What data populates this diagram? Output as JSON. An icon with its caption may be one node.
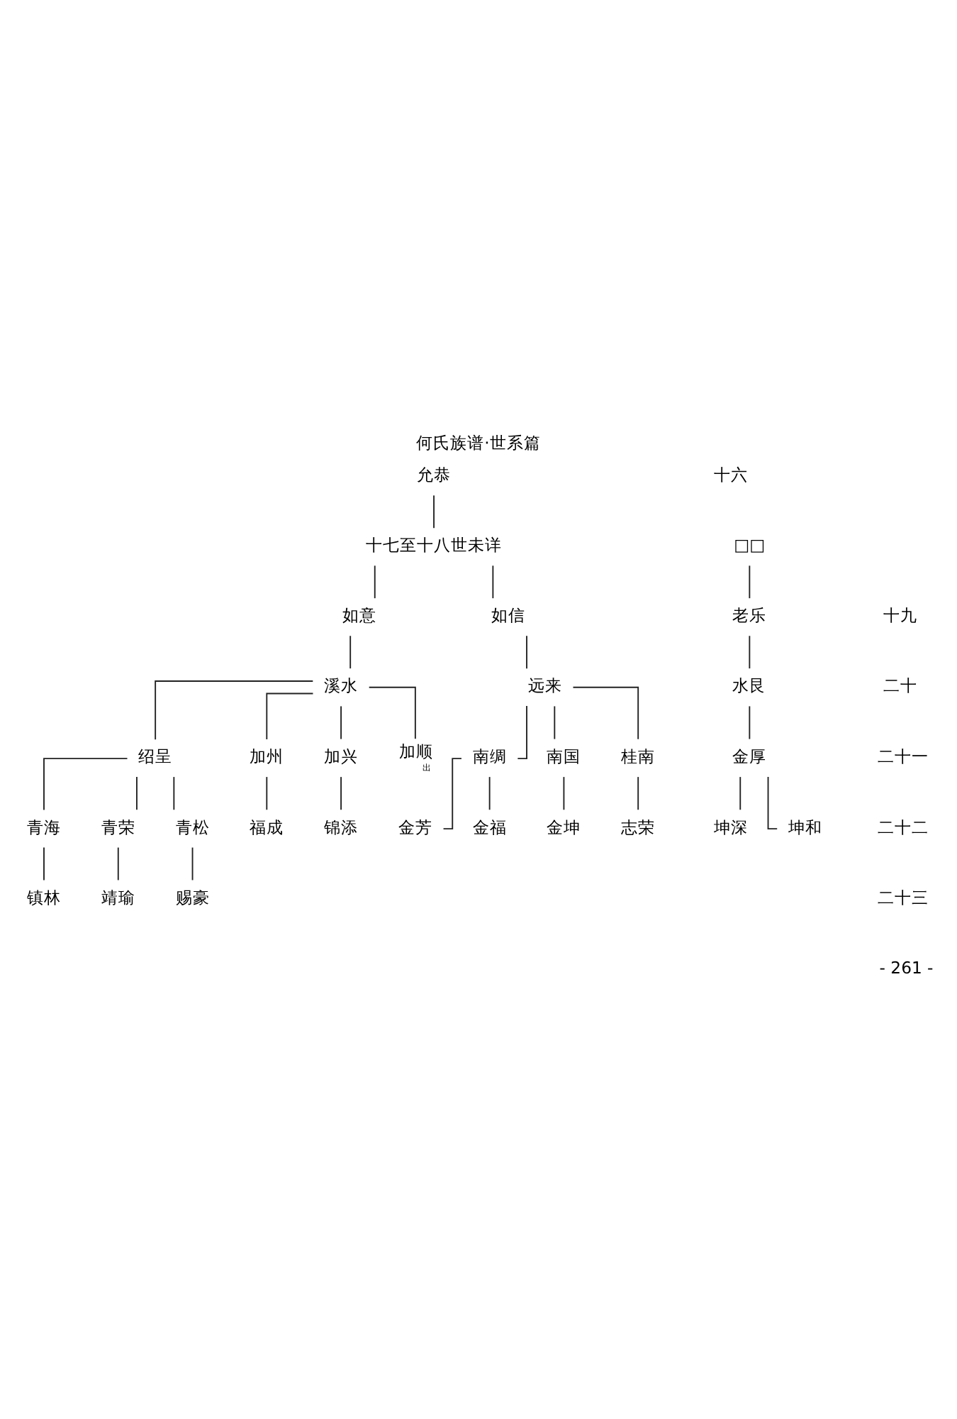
{
  "diagram": {
    "title": "何氏族谱·世系篇",
    "nodes": [
      {
        "text": [
          "允恭"
        ]
      },
      {
        "text": [
          "十七至十八世未详"
        ]
      },
      {
        "text": [
          "□□"
        ]
      },
      {
        "text": [
          "如意"
        ]
      },
      {
        "text": [
          "如信"
        ]
      },
      {
        "text": [
          "老乐"
        ]
      },
      {
        "text": [
          "溪水"
        ]
      },
      {
        "text": [
          "远来"
        ]
      },
      {
        "text": [
          "水艮"
        ]
      },
      {
        "text": [
          "绍呈"
        ]
      },
      {
        "text": [
          "加州"
        ]
      },
      {
        "text": [
          "加兴"
        ]
      },
      {
        "text": [
          "加顺"
        ],
        "beside": [
          "出"
        ]
      },
      {
        "text": [
          "南绸"
        ]
      },
      {
        "text": [
          "南国"
        ]
      },
      {
        "text": [
          "桂南"
        ]
      },
      {
        "text": [
          "金厚"
        ]
      },
      {
        "text": [
          "青海"
        ]
      },
      {
        "text": [
          "青荣"
        ]
      },
      {
        "text": [
          "青松"
        ]
      },
      {
        "text": [
          "福成"
        ]
      },
      {
        "text": [
          "锦添"
        ]
      },
      {
        "text": [
          "金芳"
        ]
      },
      {
        "text": [
          "金福"
        ]
      },
      {
        "text": [
          "金坤"
        ]
      },
      {
        "text": [
          "志荣"
        ]
      },
      {
        "text": [
          "坤深"
        ]
      },
      {
        "text": [
          "坤和"
        ]
      },
      {
        "text": [
          "镇林"
        ]
      },
      {
        "text": [
          "靖瑜"
        ]
      },
      {
        "text": [
          "赐豪"
        ]
      }
    ],
    "edges": [
      {
        "from": 0,
        "to": 1,
        "arrow": "none"
      },
      {
        "from": 1,
        "to": 3,
        "arrow": "none"
      },
      {
        "from": 1,
        "to": 4,
        "arrow": "none"
      },
      {
        "from": 2,
        "to": 5,
        "arrow": "none"
      },
      {
        "from": 3,
        "to": 6,
        "arrow": "none"
      },
      {
        "from": 4,
        "to": 7,
        "arrow": "none"
      },
      {
        "from": 5,
        "to": 8,
        "arrow": "none"
      },
      {
        "from": 6,
        "to": 9,
        "arrow": "none"
      },
      {
        "from": 6,
        "to": 10,
        "arrow": "none"
      },
      {
        "from": 6,
        "to": 11,
        "arrow": "none"
      },
      {
        "from": 6,
        "to": 12,
        "arrow": "none"
      },
      {
        "from": 7,
        "to": 13,
        "arrow": "none"
      },
      {
        "from": 7,
        "to": 14,
        "arrow": "none"
      },
      {
        "from": 7,
        "to": 15,
        "arrow": "none"
      },
      {
        "from": 8,
        "to": 16,
        "arrow": "none"
      },
      {
        "from": 9,
        "to": 17,
        "arrow": "none"
      },
      {
        "from": 9,
        "to": 18,
        "arrow": "none"
      },
      {
        "from": 9,
        "to": 19,
        "arrow": "none"
      },
      {
        "from": 10,
        "to": 20,
        "arrow": "none"
      },
      {
        "from": 11,
        "to": 21,
        "arrow": "none"
      },
      {
        "from": 13,
        "to": 22,
        "arrow": "none"
      },
      {
        "from": 13,
        "to": 23,
        "arrow": "none"
      },
      {
        "from": 14,
        "to": 24,
        "arrow": "none"
      },
      {
        "from": 15,
        "to": 25,
        "arrow": "none"
      },
      {
        "from": 16,
        "to": 26,
        "arrow": "none"
      },
      {
        "from": 16,
        "to": 27,
        "arrow": "none"
      },
      {
        "from": 17,
        "to": 28,
        "arrow": "none"
      },
      {
        "from": 18,
        "to": 29,
        "arrow": "none"
      },
      {
        "from": 19,
        "to": 30,
        "arrow": "none"
      }
    ],
    "labels": [
      "十六",
      "十九",
      "二十",
      "二十一",
      "二十二",
      "二十三",
      "- 261 -"
    ]
  }
}
